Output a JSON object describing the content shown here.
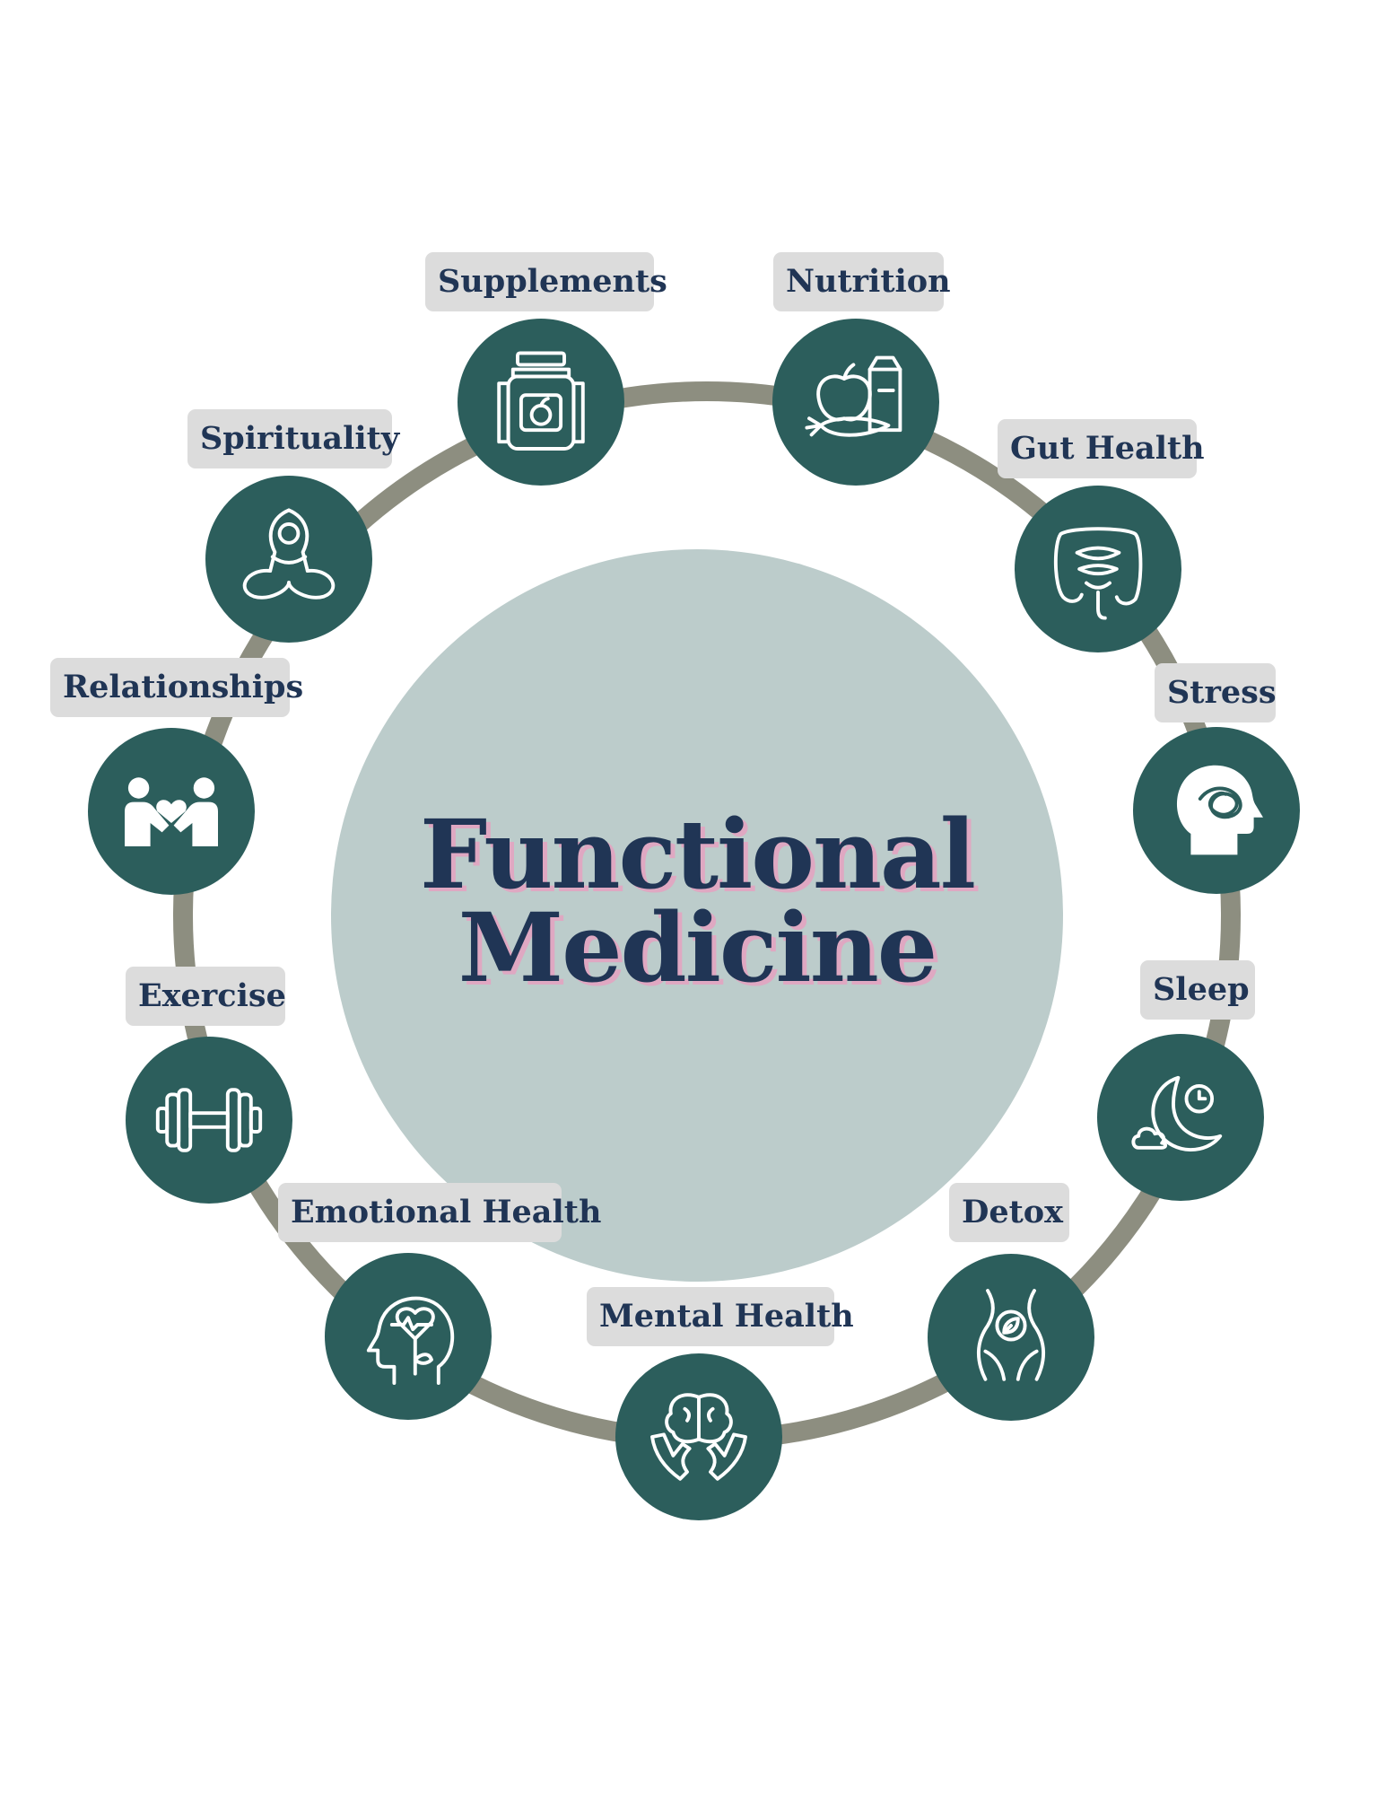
{
  "colors": {
    "ring": "#8d8e80",
    "center_disc": "#bccccb",
    "node": "#2c5e5c",
    "label_bg": "#dcdcdc",
    "text": "#203555",
    "title_shadow": "#dfa8c2"
  },
  "center": {
    "line1": "Functional",
    "line2": "Medicine"
  },
  "nodes": [
    {
      "label": "Supplements",
      "icon": "supplement-jar-icon"
    },
    {
      "label": "Nutrition",
      "icon": "food-apple-carrot-milk-icon"
    },
    {
      "label": "Gut Health",
      "icon": "intestine-icon"
    },
    {
      "label": "Stress",
      "icon": "tangled-mind-head-icon"
    },
    {
      "label": "Sleep",
      "icon": "moon-clock-cloud-icon"
    },
    {
      "label": "Detox",
      "icon": "belly-leaf-icon"
    },
    {
      "label": "Mental Health",
      "icon": "brain-in-hands-icon"
    },
    {
      "label": "Emotional Health",
      "icon": "head-heart-flower-icon"
    },
    {
      "label": "Exercise",
      "icon": "dumbbell-icon"
    },
    {
      "label": "Relationships",
      "icon": "people-heart-icon"
    },
    {
      "label": "Spirituality",
      "icon": "meditation-yoga-icon"
    }
  ]
}
